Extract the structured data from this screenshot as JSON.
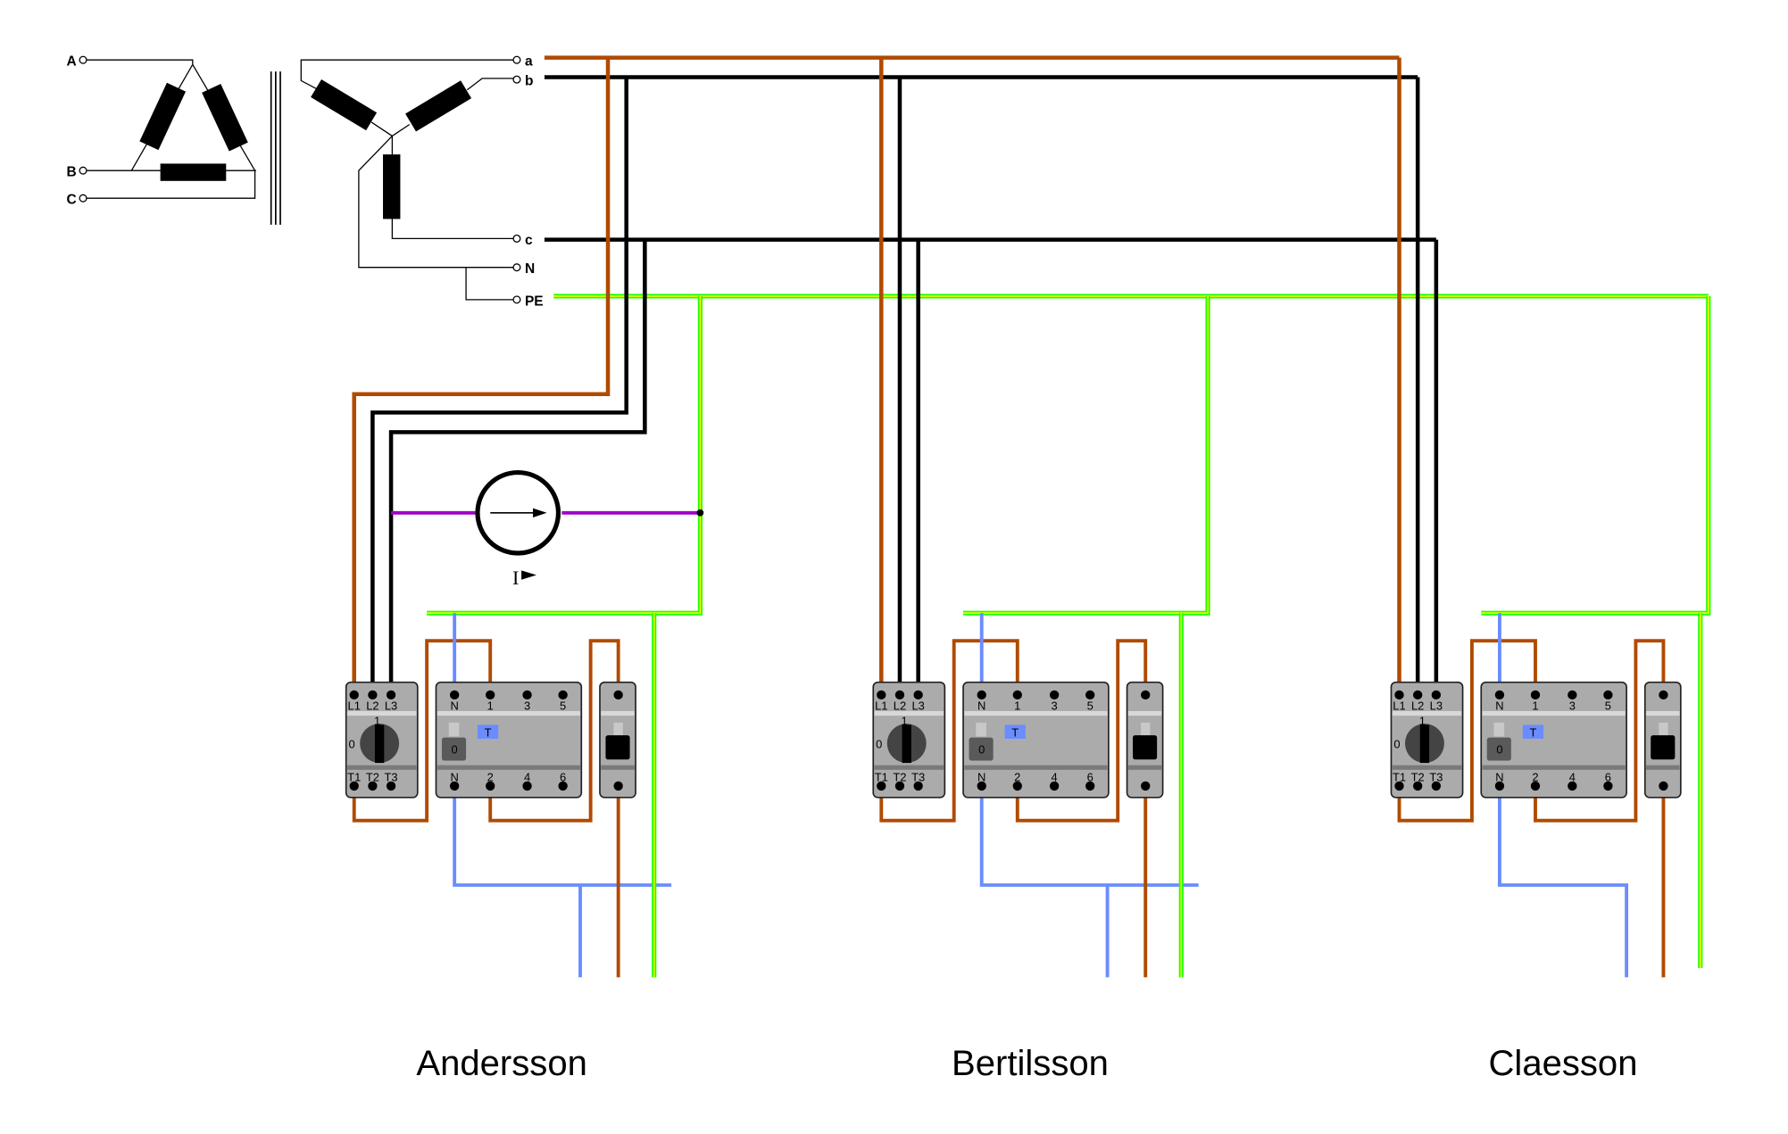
{
  "transformer": {
    "primary_terminals": [
      "A",
      "B",
      "C"
    ],
    "secondary_terminals": [
      "a",
      "b",
      "c",
      "N",
      "PE"
    ]
  },
  "meter": {
    "label": "I",
    "icon": "ammeter-icon"
  },
  "switch_labels": {
    "top": [
      "L1",
      "L2",
      "L3"
    ],
    "bottom": [
      "T1",
      "T2",
      "T3"
    ],
    "on": "1",
    "off": "0"
  },
  "rcd_labels": {
    "top": [
      "N",
      "1",
      "3",
      "5"
    ],
    "bottom": [
      "N",
      "2",
      "4",
      "6"
    ],
    "test": "T",
    "lever": "0"
  },
  "panels": [
    {
      "name": "Andersson"
    },
    {
      "name": "Bertilsson"
    },
    {
      "name": "Claesson"
    }
  ],
  "colors": {
    "phase_brown": "#b04a00",
    "phase_black": "#000000",
    "neutral_blue": "#6a8cff",
    "earth_green": "#22ff00",
    "earth_yellow": "#ffff00",
    "meter_purple": "#a000c8",
    "device_grey": "#ababab"
  }
}
